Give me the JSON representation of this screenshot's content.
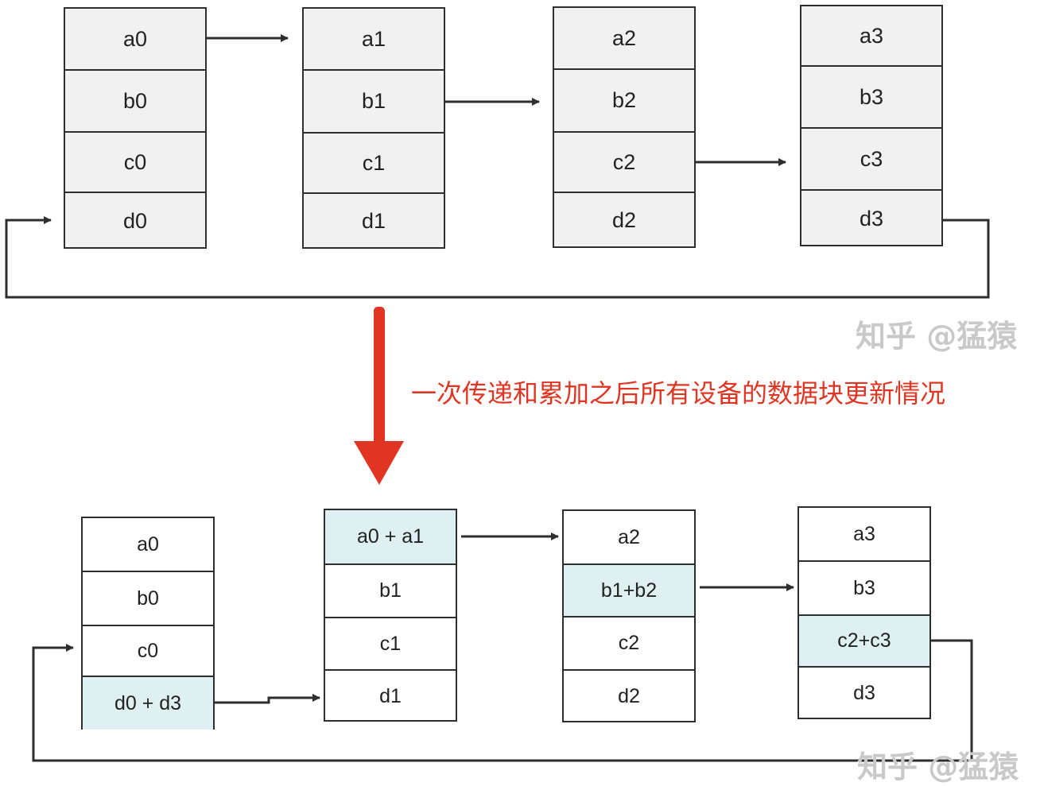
{
  "caption": "一次传递和累加之后所有设备的数据块更新情况",
  "watermark": {
    "top": "知乎 @猛猿",
    "bottom": "知乎 @猛猿"
  },
  "colors": {
    "line": "#2e2e2e",
    "cell_fill_top": "#f1f1f1",
    "cell_fill_bottom": "#ffffff",
    "highlight": "#dff0f2",
    "arrow": "#e03522",
    "caption": "#e03522"
  },
  "before": [
    {
      "cells": [
        "a0",
        "b0",
        "c0",
        "d0"
      ]
    },
    {
      "cells": [
        "a1",
        "b1",
        "c1",
        "d1"
      ]
    },
    {
      "cells": [
        "a2",
        "b2",
        "c2",
        "d2"
      ]
    },
    {
      "cells": [
        "a3",
        "b3",
        "c3",
        "d3"
      ]
    }
  ],
  "after": [
    {
      "cells": [
        "a0",
        "b0",
        "c0",
        "d0 + d3"
      ],
      "highlight": [
        3
      ]
    },
    {
      "cells": [
        "a0 + a1",
        "b1",
        "c1",
        "d1"
      ],
      "highlight": [
        0
      ]
    },
    {
      "cells": [
        "a2",
        "b1+b2",
        "c2",
        "d2"
      ],
      "highlight": [
        1
      ]
    },
    {
      "cells": [
        "a3",
        "b3",
        "c2+c3",
        "d3"
      ],
      "highlight": [
        2
      ]
    }
  ]
}
